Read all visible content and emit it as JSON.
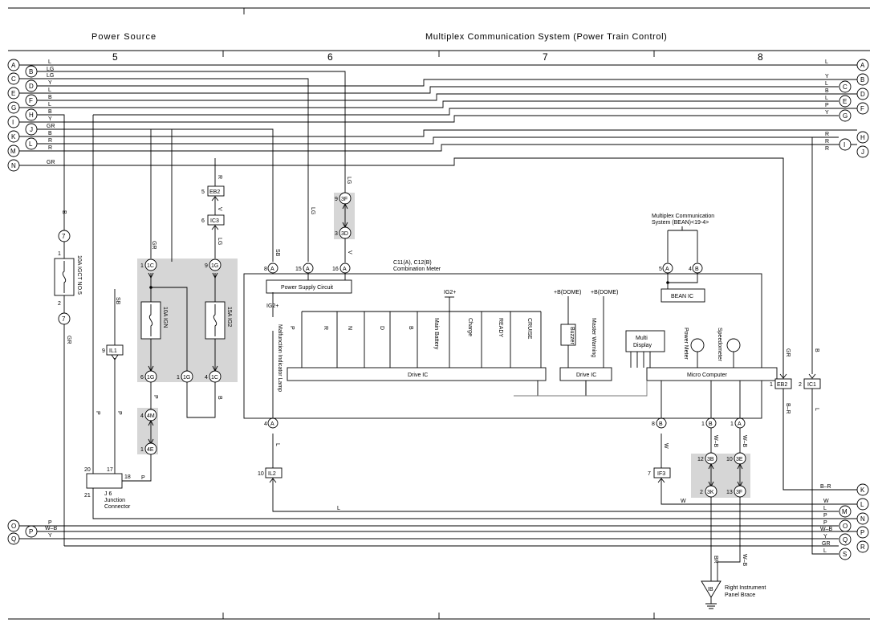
{
  "header": {
    "power_source": "Power Source",
    "multiplex_title": "Multiplex Communication System (Power Train Control)",
    "columns": [
      "5",
      "6",
      "7",
      "8"
    ]
  },
  "left_markers": [
    "A",
    "B",
    "C",
    "D",
    "E",
    "F",
    "G",
    "H",
    "I",
    "J",
    "K",
    "L",
    "M",
    "N"
  ],
  "left_wire_colors": [
    "L",
    "LG",
    "LG",
    "Y",
    "L",
    "B",
    "L",
    "B",
    "Y",
    "GR",
    "B",
    "R",
    "R",
    "GR"
  ],
  "bottom_left_markers": [
    "O",
    "P",
    "Q"
  ],
  "bottom_left_colors": [
    "P",
    "W–B",
    "Y"
  ],
  "right_markers_top": [
    "A",
    "B",
    "C",
    "D",
    "E",
    "F",
    "G",
    "H",
    "I",
    "J"
  ],
  "right_wire_colors_top": [
    "L",
    "Y",
    "L",
    "B",
    "L",
    "P",
    "Y",
    "R",
    "R",
    "R"
  ],
  "right_markers_bottom": [
    "K",
    "L",
    "M",
    "N",
    "O",
    "P",
    "Q",
    "R",
    "S"
  ],
  "right_wire_colors_bottom": [
    "B–R",
    "W",
    "L",
    "P",
    "P",
    "W–B",
    "Y",
    "GR",
    "L"
  ],
  "fuses": {
    "f1": "10A IGCT NO.5",
    "f2": "10A IGN",
    "f3": "15A IG2"
  },
  "connectors": {
    "eb2": "EB2",
    "ic3": "IC3",
    "c3f": "3F",
    "c3d": "3D",
    "c1c": "1C",
    "c1g": "1G",
    "c4m": "4M",
    "c4e": "4E",
    "il1": "IL1",
    "il2": "IL2",
    "if3": "IF3",
    "c3b": "3B",
    "c3e": "3E",
    "c3k": "3K",
    "c3ff": "3F",
    "eb2r": "EB2",
    "ic1r": "IC1",
    "ib": "IB"
  },
  "pins": {
    "p7": "7",
    "p1": "1",
    "p2": "2",
    "p5": "5",
    "p6": "6",
    "p9": "9",
    "p3": "3",
    "p4": "4",
    "p8": "8",
    "p15": "15",
    "p16": "16",
    "p10": "10",
    "p12": "12",
    "p13": "13",
    "p20": "20",
    "p17": "17",
    "p18": "18",
    "p21": "21",
    "pA": "A",
    "pB": "B"
  },
  "labels": {
    "junction": "J 6",
    "junction_sub1": "Junction",
    "junction_sub2": "Connector",
    "meter_id": "C11(A), C12(B)",
    "meter_name": "Combination Meter",
    "power_supply": "Power Supply Circuit",
    "bean_ic": "BEAN IC",
    "bean_sys1": "Multiplex Communication",
    "bean_sys2": "System (BEAN)<19-4>",
    "drive_ic": "Drive IC",
    "micro": "Micro Computer",
    "multi1": "Multi",
    "multi2": "Display",
    "ig2": "IG2+",
    "bdome": "+B(DOME)",
    "buzzer": "Buzzer",
    "master": "Master Warning",
    "malfunction": "Malfunction Indicator Lamp",
    "power_meter": "Power Meter",
    "speedometer": "Speedometer",
    "indicators": [
      "P",
      "R",
      "N",
      "D",
      "B",
      "Main Battery",
      "Charge",
      "READY",
      "CRUISE"
    ],
    "ground1": "Right Instrument",
    "ground2": "Panel Brace"
  },
  "wire_labels": {
    "b": "B",
    "gr": "GR",
    "sb": "SB",
    "lg": "LG",
    "r": "R",
    "v": "V",
    "p": "P",
    "l": "L",
    "w": "W",
    "wb": "W–B",
    "br": "BR",
    "b_r": "B–R"
  }
}
